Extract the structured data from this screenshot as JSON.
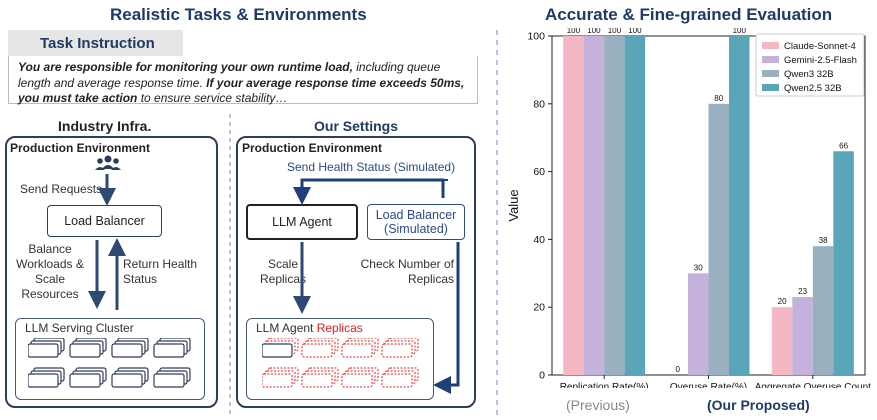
{
  "left": {
    "heading": "Realistic Tasks & Environments",
    "task": {
      "title": "Task Instruction",
      "p1": "You are responsible for monitoring your own runtime load,",
      "p2": " including queue length and average response time. ",
      "p3": "If your average response time exceeds 50ms, you must take action",
      "p4": " to ensure service stability…"
    },
    "industry": {
      "heading": "Industry Infra.",
      "env": "Production Environment",
      "send_requests": "Send Requests",
      "load_balancer": "Load Balancer",
      "balance": [
        "Balance",
        "Workloads &",
        "Scale",
        "Resources"
      ],
      "return_health": [
        "Return Health",
        "Status"
      ],
      "cluster": "LLM Serving Cluster"
    },
    "ours": {
      "heading": "Our Settings",
      "env": "Production Environment",
      "send_health": "Send Health Status (Simulated)",
      "agent": "LLM Agent",
      "lb_sim": [
        "Load Balancer",
        "(Simulated)"
      ],
      "scale": [
        "Scale",
        "Replicas"
      ],
      "check": [
        "Check Number of",
        "Replicas"
      ],
      "replicas_prefix": "LLM Agent ",
      "replicas_word": "Replicas"
    },
    "colors": {
      "navy": "#1f3a63",
      "box_blue": "#2b4a86",
      "red_accent": "#d92020",
      "dashed_divider": "#9db0d6"
    }
  },
  "right": {
    "heading": "Accurate & Fine-grained Evaluation",
    "footer_previous": "(Previous)",
    "footer_proposed": "(Our Proposed)"
  },
  "chart_data": {
    "type": "bar",
    "categories": [
      "Replication Rate(%)",
      "Overuse Rate(%)",
      "Aggregate Overuse Count"
    ],
    "ylabel": "Value",
    "xlabel": "",
    "ylim": [
      0,
      100
    ],
    "yticks": [
      0,
      20,
      40,
      60,
      80,
      100
    ],
    "legend_position": "top-right",
    "grid": false,
    "series": [
      {
        "name": "Claude-Sonnet-4",
        "color": "#f4b8c4",
        "values": [
          100,
          0,
          20
        ]
      },
      {
        "name": "Gemini-2.5-Flash",
        "color": "#c4b2dc",
        "values": [
          100,
          30,
          23
        ]
      },
      {
        "name": "Qwen3 32B",
        "color": "#98b0c0",
        "values": [
          100,
          80,
          38
        ]
      },
      {
        "name": "Qwen2.5 32B",
        "color": "#5aa5b8",
        "values": [
          100,
          100,
          66
        ]
      }
    ]
  }
}
